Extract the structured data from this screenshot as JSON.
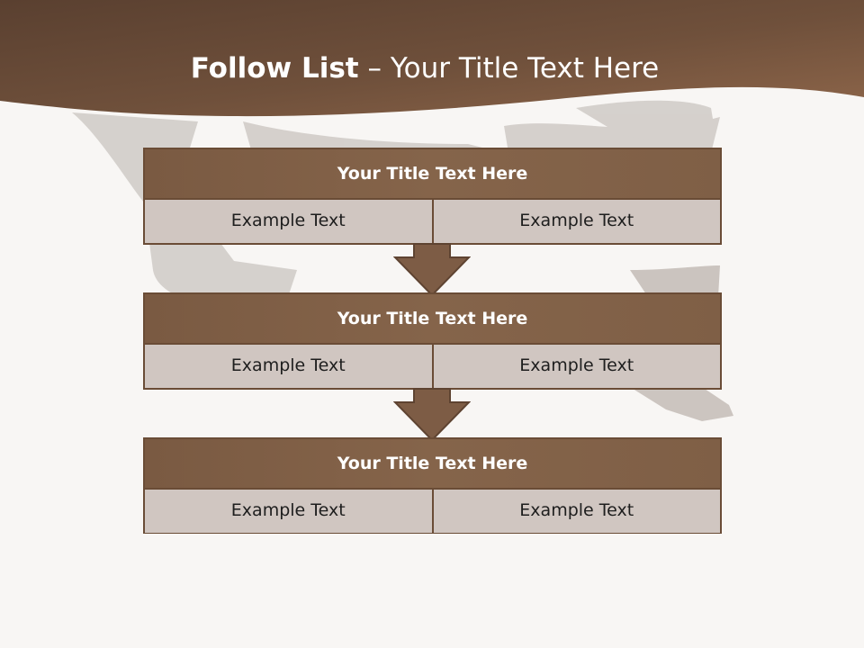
{
  "slide": {
    "title_bold": "Follow List",
    "title_rest": " – Your Title Text Here"
  },
  "colors": {
    "header_brown": "#6b4b36",
    "box_brown": "#81604a",
    "cell_fill": "#d0c6c1",
    "border": "#6a4c36"
  },
  "steps": [
    {
      "title": "Your Title Text Here",
      "left": "Example Text",
      "right": "Example Text"
    },
    {
      "title": "Your Title Text Here",
      "left": "Example Text",
      "right": "Example Text"
    },
    {
      "title": "Your Title Text Here",
      "left": "Example Text",
      "right": "Example Text"
    }
  ]
}
